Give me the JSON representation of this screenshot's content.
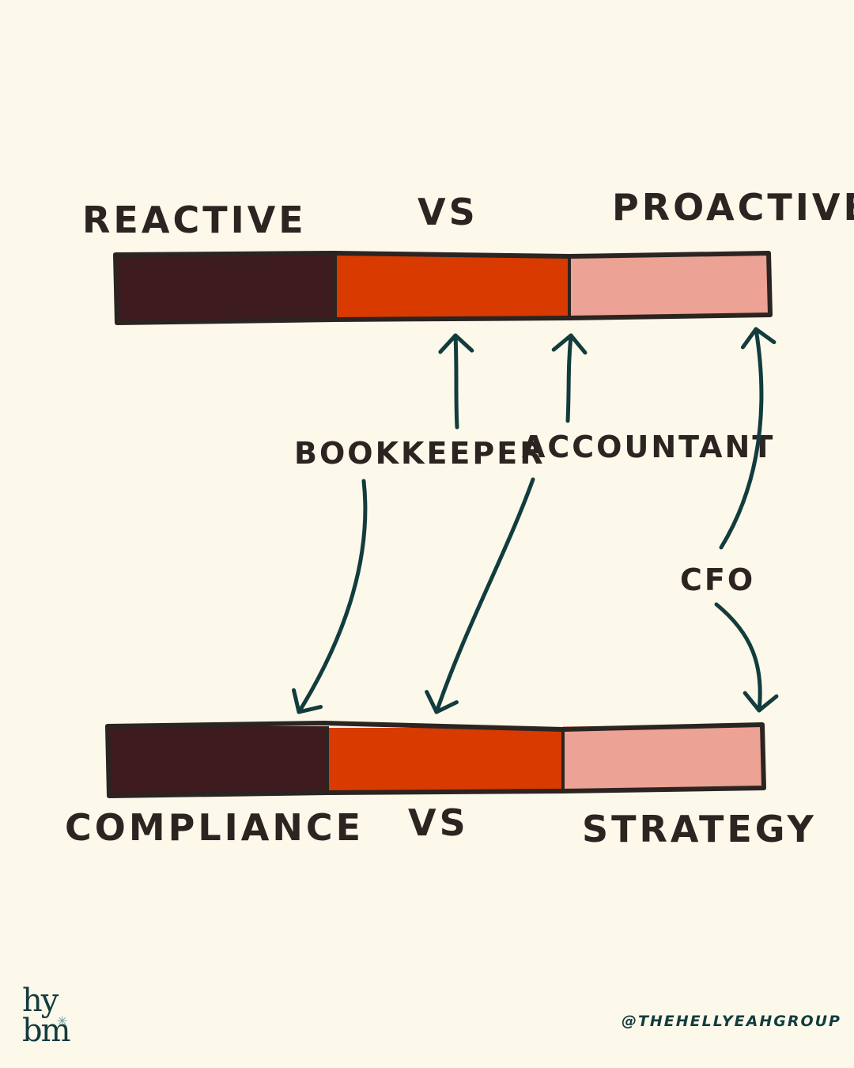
{
  "top_scale": {
    "left_label": "REACTIVE",
    "vs_label": "VS",
    "right_label": "PROACTIVE",
    "segments": [
      {
        "role": "dark",
        "color": "#3e1b1f"
      },
      {
        "role": "mid",
        "color": "#d83a00"
      },
      {
        "role": "light",
        "color": "#eca294"
      }
    ]
  },
  "bottom_scale": {
    "left_label": "COMPLIANCE",
    "vs_label": "VS",
    "right_label": "STRATEGY",
    "segments": [
      {
        "role": "dark",
        "color": "#3e1b1f"
      },
      {
        "role": "mid",
        "color": "#d83a00"
      },
      {
        "role": "light",
        "color": "#eca294"
      }
    ]
  },
  "roles": {
    "bookkeeper": "BOOKKEEPER",
    "accountant": "ACCOUNTANT",
    "cfo": "CFO"
  },
  "branding": {
    "logo_line_1": "hy",
    "logo_line_2": "bm",
    "logo_icon": "sparkle-icon",
    "handle": "@THEHELLYEAHGROUP"
  },
  "colors": {
    "background": "#fcf8ea",
    "ink": "#2b2421",
    "arrow": "#123c3d"
  }
}
